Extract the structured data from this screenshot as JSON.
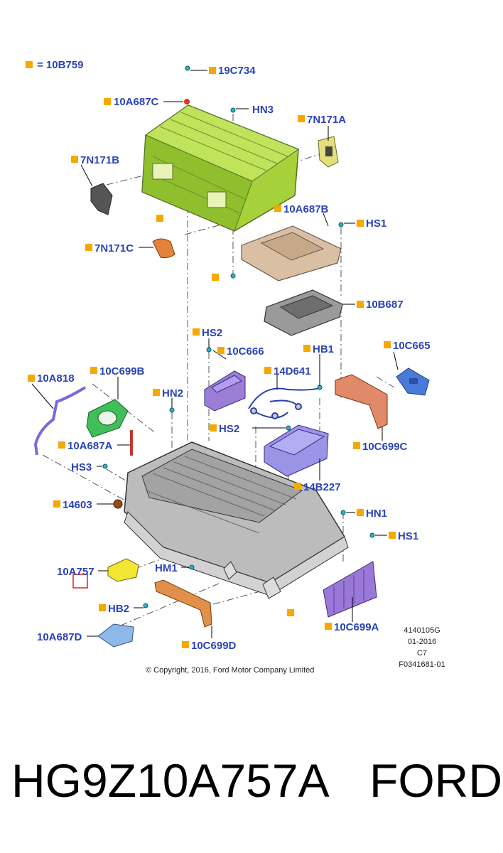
{
  "legend": {
    "text": "= 10B759"
  },
  "callouts": {
    "c19C734": "19C734",
    "c10A687C": "10A687C",
    "cHN3": "HN3",
    "c7N171A": "7N171A",
    "c7N171B": "7N171B",
    "c10A687B": "10A687B",
    "cHS1_top": "HS1",
    "c7N171C": "7N171C",
    "c10B687": "10B687",
    "cHS2_top": "HS2",
    "c10C666": "10C666",
    "cHB1": "HB1",
    "c10C665": "10C665",
    "c10A818": "10A818",
    "c10C699B": "10C699B",
    "c14D641": "14D641",
    "cHN2": "HN2",
    "cHS2_mid": "HS2",
    "c10A687A": "10A687A",
    "c10C699C": "10C699C",
    "cHS3": "HS3",
    "c14B227": "14B227",
    "c14603": "14603",
    "cHN1": "HN1",
    "cHS1_bot": "HS1",
    "c10A757": "10A757",
    "cHM1": "HM1",
    "cHB2": "HB2",
    "c10C699A": "10C699A",
    "c10A687D": "10A687D",
    "c10C699D": "10C699D"
  },
  "meta": {
    "line1": "4140105G",
    "line2": "01-2016",
    "line3": "C7",
    "line4": "F0341681-01"
  },
  "copyright": "© Copyright, 2016, Ford Motor Company Limited",
  "footer": {
    "part_number": "HG9Z10A757A",
    "brand": "FORD"
  },
  "colors": {
    "callout_text": "#2b44b3",
    "legend_square": "#f5a800",
    "highlight_box": "#e0201c",
    "tray_green": "#a6d13a",
    "plate_tan": "#d9bfa3",
    "module_purple": "#9b7fd6",
    "bracket_orange": "#e07b3c",
    "connector_blue": "#4a7ad8",
    "housing_gray": "#b8b8b8"
  }
}
